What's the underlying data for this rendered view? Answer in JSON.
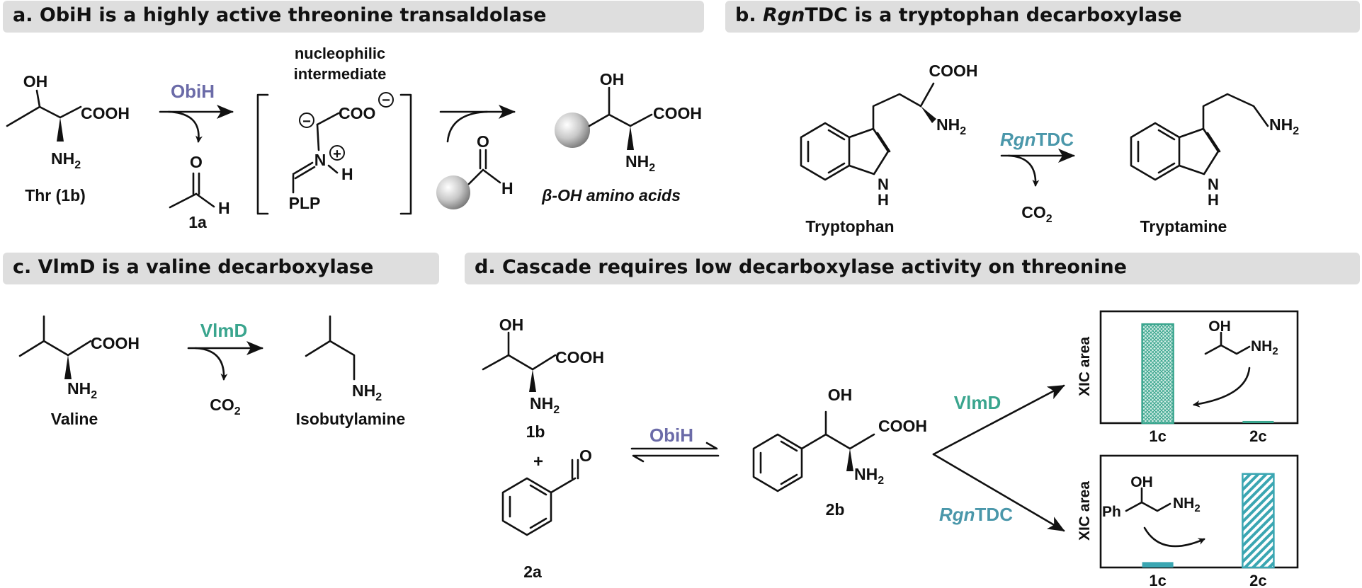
{
  "colors": {
    "obih": "#6b6ba8",
    "vlmd": "#3aa58e",
    "rgntdc": "#4a97aa",
    "bar_green": "#3aa58e",
    "bar_teal": "#3aa6b2"
  },
  "panels": {
    "a": {
      "title": "a. ObiH is a highly active threonine transaldolase"
    },
    "b": {
      "title_prefix": "b. ",
      "title_italic": "Rgn",
      "title_rest": "TDC is a tryptophan decarboxylase"
    },
    "c": {
      "title": "c. VlmD is a valine decarboxylase"
    },
    "d": {
      "title": "d. Cascade requires low decarboxylase activity on threonine"
    }
  },
  "labels": {
    "oh": "OH",
    "cooh": "COOH",
    "coo": "COO",
    "nh2_n": "NH",
    "sub2": "2",
    "o": "O",
    "h": "H",
    "n": "N",
    "plp": "PLP",
    "minus": "−",
    "plus": "+",
    "ph": "Ph",
    "co2_c": "CO",
    "nucleophilic": "nucleophilic",
    "intermediate": "intermediate",
    "thr": "Thr (1b)",
    "c1a": "1a",
    "beta_oh": "β-OH amino acids",
    "tryptophan": "Tryptophan",
    "tryptamine": "Tryptamine",
    "valine": "Valine",
    "isobutylamine": "Isobutylamine",
    "c1b": "1b",
    "c2a": "2a",
    "c2b": "2b",
    "plus_sign": "+",
    "xic_area": "XIC area",
    "c1c": "1c",
    "c2c": "2c"
  },
  "enzymes": {
    "obih": "ObiH",
    "vlmd": "VlmD",
    "rgn_italic": "Rgn",
    "rgn_rest": "TDC"
  },
  "chart_data": [
    {
      "type": "bar",
      "ylabel": "XIC area",
      "categories": [
        "1c",
        "2c"
      ],
      "values": [
        0.92,
        0.02
      ],
      "ylim": [
        0,
        1
      ],
      "enzyme": "VlmD"
    },
    {
      "type": "bar",
      "ylabel": "XIC area",
      "categories": [
        "1c",
        "2c"
      ],
      "values": [
        0.05,
        0.87
      ],
      "ylim": [
        0,
        1
      ],
      "enzyme": "RgnTDC"
    }
  ]
}
